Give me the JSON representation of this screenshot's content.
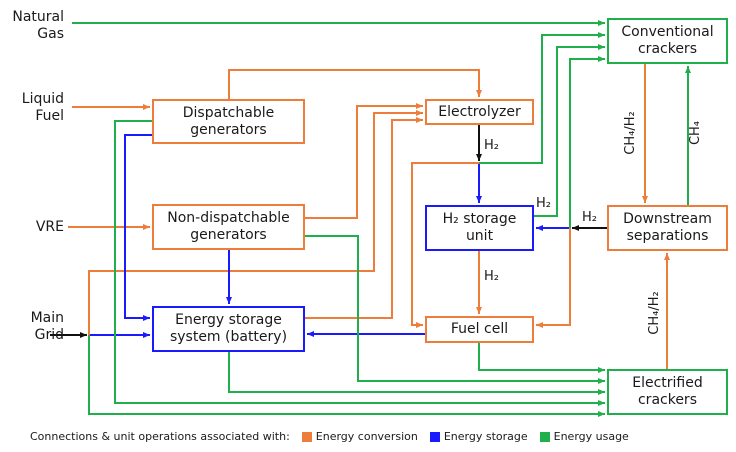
{
  "colors": {
    "conversion": "#ee7d3c",
    "storage": "#1a1aff",
    "usage": "#1fb04c",
    "neutral": "#111111"
  },
  "sources": {
    "natural_gas": [
      "Natural",
      "Gas"
    ],
    "liquid_fuel": [
      "Liquid",
      "Fuel"
    ],
    "vre": [
      "VRE"
    ],
    "main_grid": [
      "Main",
      "Grid"
    ]
  },
  "nodes": {
    "dispatchable": {
      "lines": [
        "Dispatchable",
        "generators"
      ],
      "category": "conversion"
    },
    "non_dispatchable": {
      "lines": [
        "Non-dispatchable",
        "generators"
      ],
      "category": "conversion"
    },
    "battery": {
      "lines": [
        "Energy storage",
        "system (battery)"
      ],
      "category": "storage"
    },
    "electrolyzer": {
      "lines": [
        "Electrolyzer"
      ],
      "category": "conversion"
    },
    "h2_storage": {
      "lines": [
        "H₂ storage",
        "unit"
      ],
      "category": "storage"
    },
    "fuel_cell": {
      "lines": [
        "Fuel cell"
      ],
      "category": "conversion"
    },
    "conventional": {
      "lines": [
        "Conventional",
        "crackers"
      ],
      "category": "usage"
    },
    "downstream": {
      "lines": [
        "Downstream",
        "separations"
      ],
      "category": "conversion"
    },
    "electrified": {
      "lines": [
        "Electrified",
        "crackers"
      ],
      "category": "usage"
    }
  },
  "flow_labels": {
    "electrolyzer_h2": "H₂",
    "h2storage_fuelcell": "H₂",
    "h2storage_conventional": "H₂",
    "downstream_h2": "H₂",
    "conventional_downstream": "CH₄/H₂",
    "downstream_conventional": "CH₄",
    "electrified_downstream": "CH₄/H₂"
  },
  "edges": [
    {
      "from": "natural_gas",
      "to": "conventional",
      "type": "usage"
    },
    {
      "from": "liquid_fuel",
      "to": "dispatchable",
      "type": "conversion"
    },
    {
      "from": "vre",
      "to": "non_dispatchable",
      "type": "conversion"
    },
    {
      "from": "main_grid",
      "to": "battery",
      "type": "storage"
    },
    {
      "from": "dispatchable",
      "to": "electrolyzer",
      "type": "conversion"
    },
    {
      "from": "non_dispatchable",
      "to": "electrolyzer",
      "type": "conversion"
    },
    {
      "from": "battery",
      "to": "electrolyzer",
      "type": "conversion"
    },
    {
      "from": "main_grid",
      "to": "electrolyzer",
      "type": "conversion"
    },
    {
      "from": "dispatchable",
      "to": "battery",
      "type": "storage"
    },
    {
      "from": "non_dispatchable",
      "to": "battery",
      "type": "storage"
    },
    {
      "from": "fuel_cell",
      "to": "battery",
      "type": "storage"
    },
    {
      "from": "electrolyzer",
      "to": "h2_storage",
      "type": "storage"
    },
    {
      "from": "electrolyzer",
      "to": "fuel_cell",
      "type": "conversion"
    },
    {
      "from": "electrolyzer",
      "to": "conventional",
      "type": "usage"
    },
    {
      "from": "h2_storage",
      "to": "conventional",
      "type": "usage"
    },
    {
      "from": "h2_storage",
      "to": "fuel_cell",
      "type": "conversion"
    },
    {
      "from": "downstream",
      "to": "h2_storage",
      "type": "storage"
    },
    {
      "from": "downstream",
      "to": "conventional",
      "type": "usage"
    },
    {
      "from": "downstream",
      "to": "fuel_cell",
      "type": "conversion"
    },
    {
      "from": "conventional",
      "to": "downstream",
      "type": "conversion"
    },
    {
      "from": "electrified",
      "to": "downstream",
      "type": "conversion"
    },
    {
      "from": "fuel_cell",
      "to": "electrified",
      "type": "usage"
    },
    {
      "from": "non_dispatchable",
      "to": "electrified",
      "type": "usage"
    },
    {
      "from": "battery",
      "to": "electrified",
      "type": "usage"
    },
    {
      "from": "dispatchable",
      "to": "electrified",
      "type": "usage"
    },
    {
      "from": "main_grid",
      "to": "electrified",
      "type": "usage"
    }
  ],
  "legend": {
    "title": "Connections & unit operations associated with:",
    "items": [
      {
        "label": "Energy conversion",
        "category": "conversion"
      },
      {
        "label": "Energy storage",
        "category": "storage"
      },
      {
        "label": "Energy usage",
        "category": "usage"
      }
    ]
  }
}
